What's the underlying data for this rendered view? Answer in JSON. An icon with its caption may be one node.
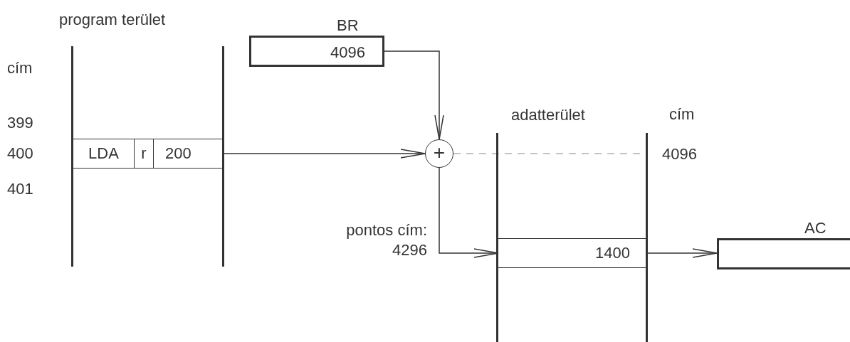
{
  "diagram": {
    "nodes": [
      {
        "text": [
          "program terület"
        ]
      },
      {
        "text": [
          "LDA",
          "r",
          "200"
        ],
        "in": 0
      },
      {
        "text": [
          "BR",
          "4096"
        ]
      },
      {
        "text": [
          "+"
        ]
      },
      {
        "text": [
          "adatterület"
        ]
      },
      {
        "text": [
          "1400"
        ],
        "in": 4
      },
      {
        "text": [
          "AC"
        ]
      }
    ],
    "edges": [
      {
        "from": 2,
        "to": 3,
        "arrow": "to"
      },
      {
        "from": 1,
        "to": 3,
        "arrow": "to"
      },
      {
        "from": 3,
        "to": 5,
        "arrow": "to",
        "label": "pontos cím: 4296"
      },
      {
        "from": 5,
        "to": 6,
        "arrow": "to"
      },
      {
        "from": 3,
        "to": 4,
        "arrow": "none",
        "style": "dashed",
        "color": "#b0b0b0"
      }
    ],
    "labels": [
      "cím",
      "399",
      "400",
      "401",
      "cím",
      "4096"
    ]
  }
}
